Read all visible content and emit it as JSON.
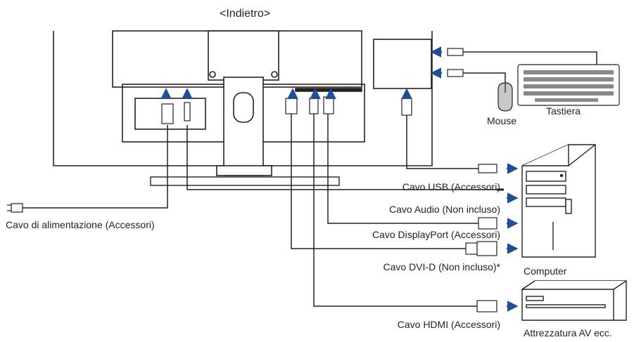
{
  "title": "<Indietro>",
  "labels": {
    "power_cable": "Cavo di alimentazione (Accessori)",
    "usb_cable": "Cavo USB (Accessori)",
    "audio_cable": "Cavo Audio (Non incluso)",
    "displayport_cable": "Cavo DisplayPort (Accessori)",
    "dvi_cable": "Cavo DVI-D (Non incluso)*",
    "hdmi_cable": "Cavo HDMI (Accessori)",
    "keyboard": "Tastiera",
    "mouse": "Mouse",
    "computer": "Computer",
    "av_equipment": "Attrezzatura AV ecc."
  },
  "colors": {
    "line": "#222222",
    "arrow": "#1f4e9c",
    "fill_gray": "#c8c8c8"
  }
}
